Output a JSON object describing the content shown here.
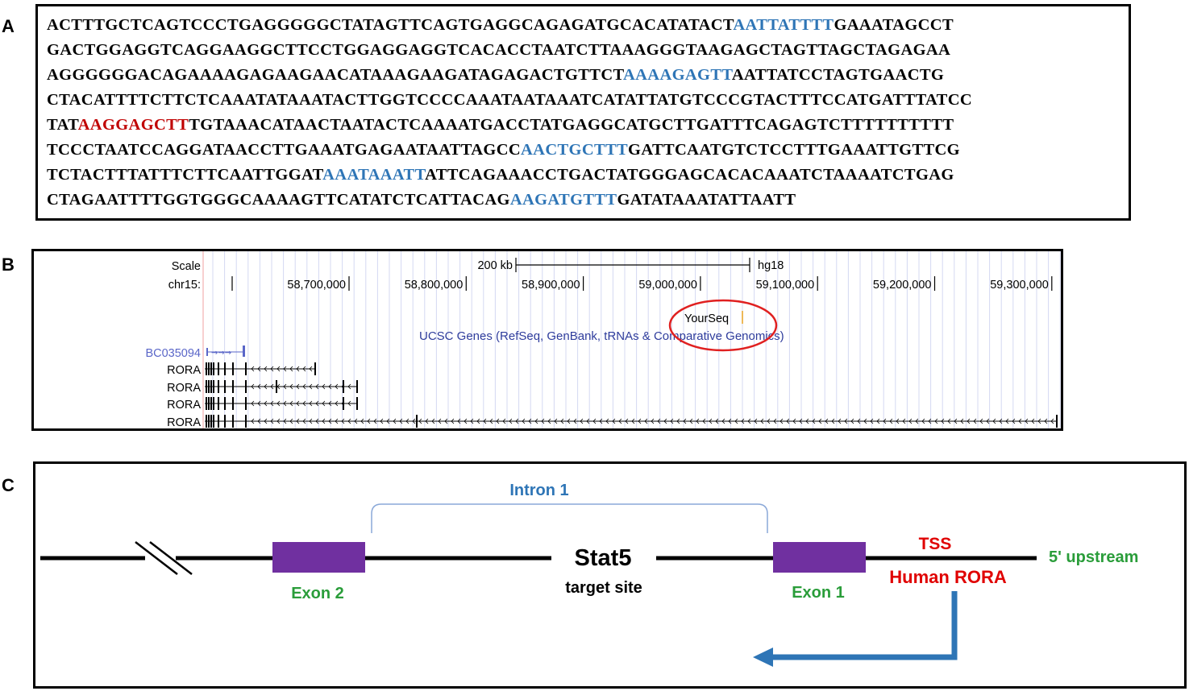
{
  "panels": {
    "a": "A",
    "b": "B",
    "c": "C"
  },
  "sequence": {
    "lines": [
      [
        {
          "t": "ACTTTGCTCAGTCCCTGAGGGGGCTATAGTTCAGTGAGGCAGAGATGCACATATACT",
          "c": "black"
        },
        {
          "t": "AATTATTTT",
          "c": "blue"
        },
        {
          "t": "GAAATAGCCT",
          "c": "black"
        }
      ],
      [
        {
          "t": "GACTGGAGGTCAGGAAGGCTTCCTGGAGGAGGTCACACCTAATCTTAAAGGGTAAGAGCTAGTTAGCTAGAGAA",
          "c": "black"
        }
      ],
      [
        {
          "t": "AGGGGGGACAGAAAAGAGAAGAACATAAAGAAGATAGAGACTGTTCT",
          "c": "black"
        },
        {
          "t": "AAAAGAGTT",
          "c": "blue"
        },
        {
          "t": "AATTATCCTAGTGAACTG",
          "c": "black"
        }
      ],
      [
        {
          "t": "CTACATTTTCTTCTCAAATATAAATACTTGGTCCCCAAATAATAAATCATATTATGTCCCGTACTTTCCATGATTTATCC",
          "c": "black"
        }
      ],
      [
        {
          "t": "TAT",
          "c": "black"
        },
        {
          "t": "AAGGAGCTT",
          "c": "red"
        },
        {
          "t": "TGTAAACATAACTAATACTCAAAATGACCTATGAGGCATGCTTGATTTCAGAGTCTTTTTTTTTT",
          "c": "black"
        }
      ],
      [
        {
          "t": "TCCCTAATCCAGGATAACCTTGAAATGAGAATAATTAGCC",
          "c": "black"
        },
        {
          "t": "AACTGCTTT",
          "c": "blue"
        },
        {
          "t": "GATTCAATGTCTCCTTTGAAATTGTTCG",
          "c": "black"
        }
      ],
      [
        {
          "t": "TCTACTTTATTTCTTCAATTGGAT",
          "c": "black"
        },
        {
          "t": "AAATAAATT",
          "c": "blue"
        },
        {
          "t": "ATTCAGAAACCTGACTATGGGAGCACACAAATCTAAAATCTGAG",
          "c": "black"
        }
      ],
      [
        {
          "t": "CTAGAATTTTGGTGGGCAAAAGTTCATATCTCATTACAG",
          "c": "black"
        },
        {
          "t": "AAGATGTTT",
          "c": "blue"
        },
        {
          "t": "GATATAAATATTAATT",
          "c": "black"
        }
      ]
    ]
  },
  "browser": {
    "scale_label": "Scale",
    "scale_value": "200 kb",
    "assembly": "hg18",
    "chrom_label": "chr15:",
    "positions": [
      "58,700,000",
      "58,800,000",
      "58,900,000",
      "59,000,000",
      "59,100,000",
      "59,200,000",
      "59,300,000"
    ],
    "yourseq_label": "YourSeq",
    "track_title": "UCSC Genes (RefSeq, GenBank, tRNAs & Comparative Genomics)",
    "genes": [
      "BC035094",
      "RORA",
      "RORA",
      "RORA",
      "RORA"
    ],
    "colors": {
      "highlight_circle": "#e02020",
      "track_blue": "#2e3c9c",
      "gene_blue": "#5a66c8",
      "grid": "#c8cdf0",
      "yourseq_mark": "#e8a020"
    }
  },
  "schema": {
    "intron_label": "Intron 1",
    "stat5_label": "Stat5",
    "target_site_label": "target site",
    "exon2_label": "Exon 2",
    "exon1_label": "Exon 1",
    "tss_label": "TSS",
    "gene_label": "Human RORA",
    "upstream_label": "5' upstream",
    "colors": {
      "exon": "#7030a0",
      "exon_text": "#2a9d3a",
      "intron": "#2e75b6",
      "tss": "#e00000",
      "arrow": "#2e75b6"
    }
  }
}
